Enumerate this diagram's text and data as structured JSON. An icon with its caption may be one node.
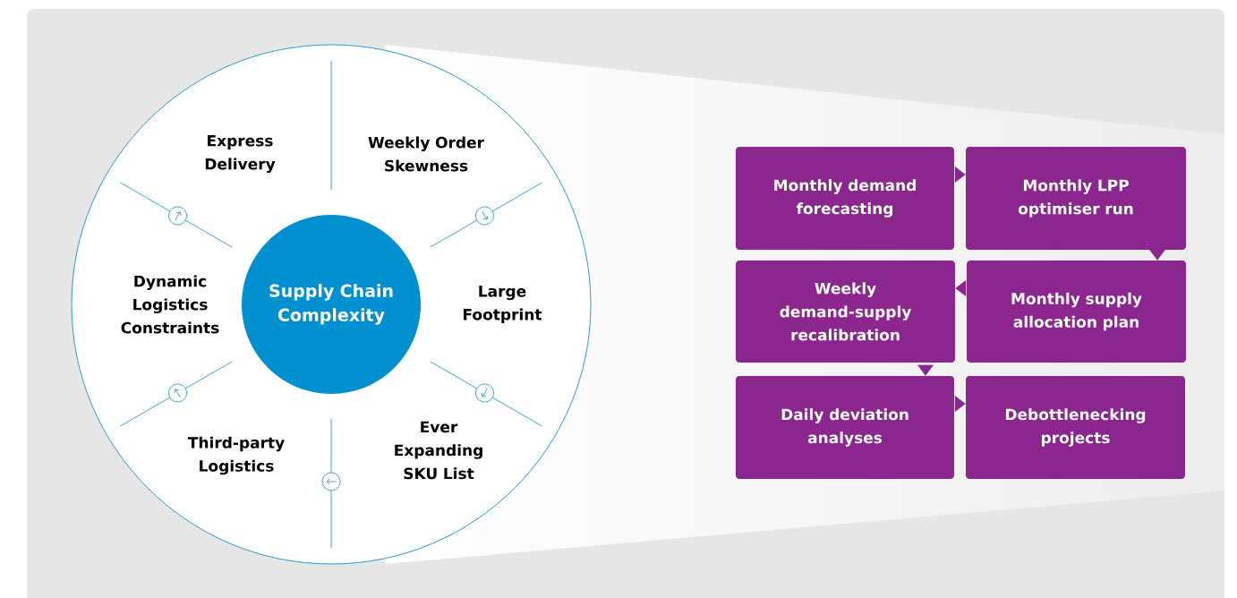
{
  "diagram": {
    "nodes": [
      {
        "text": [],
        "shape": "circle"
      },
      {
        "text": [
          "Supply Chain Complexity"
        ],
        "in": 0
      },
      {
        "text": [
          "Express Delivery"
        ],
        "in": 0
      },
      {
        "text": [
          "Weekly Order Skewness"
        ],
        "in": 0
      },
      {
        "text": [
          "Dynamic Logistics Constraints"
        ],
        "in": 0
      },
      {
        "text": [
          "Large Footprint"
        ],
        "in": 0
      },
      {
        "text": [
          "Third-party Logistics"
        ],
        "in": 0
      },
      {
        "text": [
          "Ever Expanding SKU List"
        ],
        "in": 0
      },
      {
        "text": [
          "Monthly demand forecasting"
        ]
      },
      {
        "text": [
          "Monthly LPP optimiser run"
        ]
      },
      {
        "text": [
          "Weekly demand-supply recalibration"
        ]
      },
      {
        "text": [
          "Monthly supply allocation plan"
        ]
      },
      {
        "text": [
          "Daily deviation analyses"
        ]
      },
      {
        "text": [
          "Debottlenecking projects"
        ]
      }
    ],
    "edges": [
      {
        "from": 8,
        "to": 9,
        "arrow": "to"
      },
      {
        "from": 9,
        "to": 11,
        "arrow": "to"
      },
      {
        "from": 11,
        "to": 10,
        "arrow": "to"
      },
      {
        "from": 10,
        "to": 12,
        "arrow": "to"
      },
      {
        "from": 12,
        "to": 13,
        "arrow": "to"
      }
    ]
  }
}
